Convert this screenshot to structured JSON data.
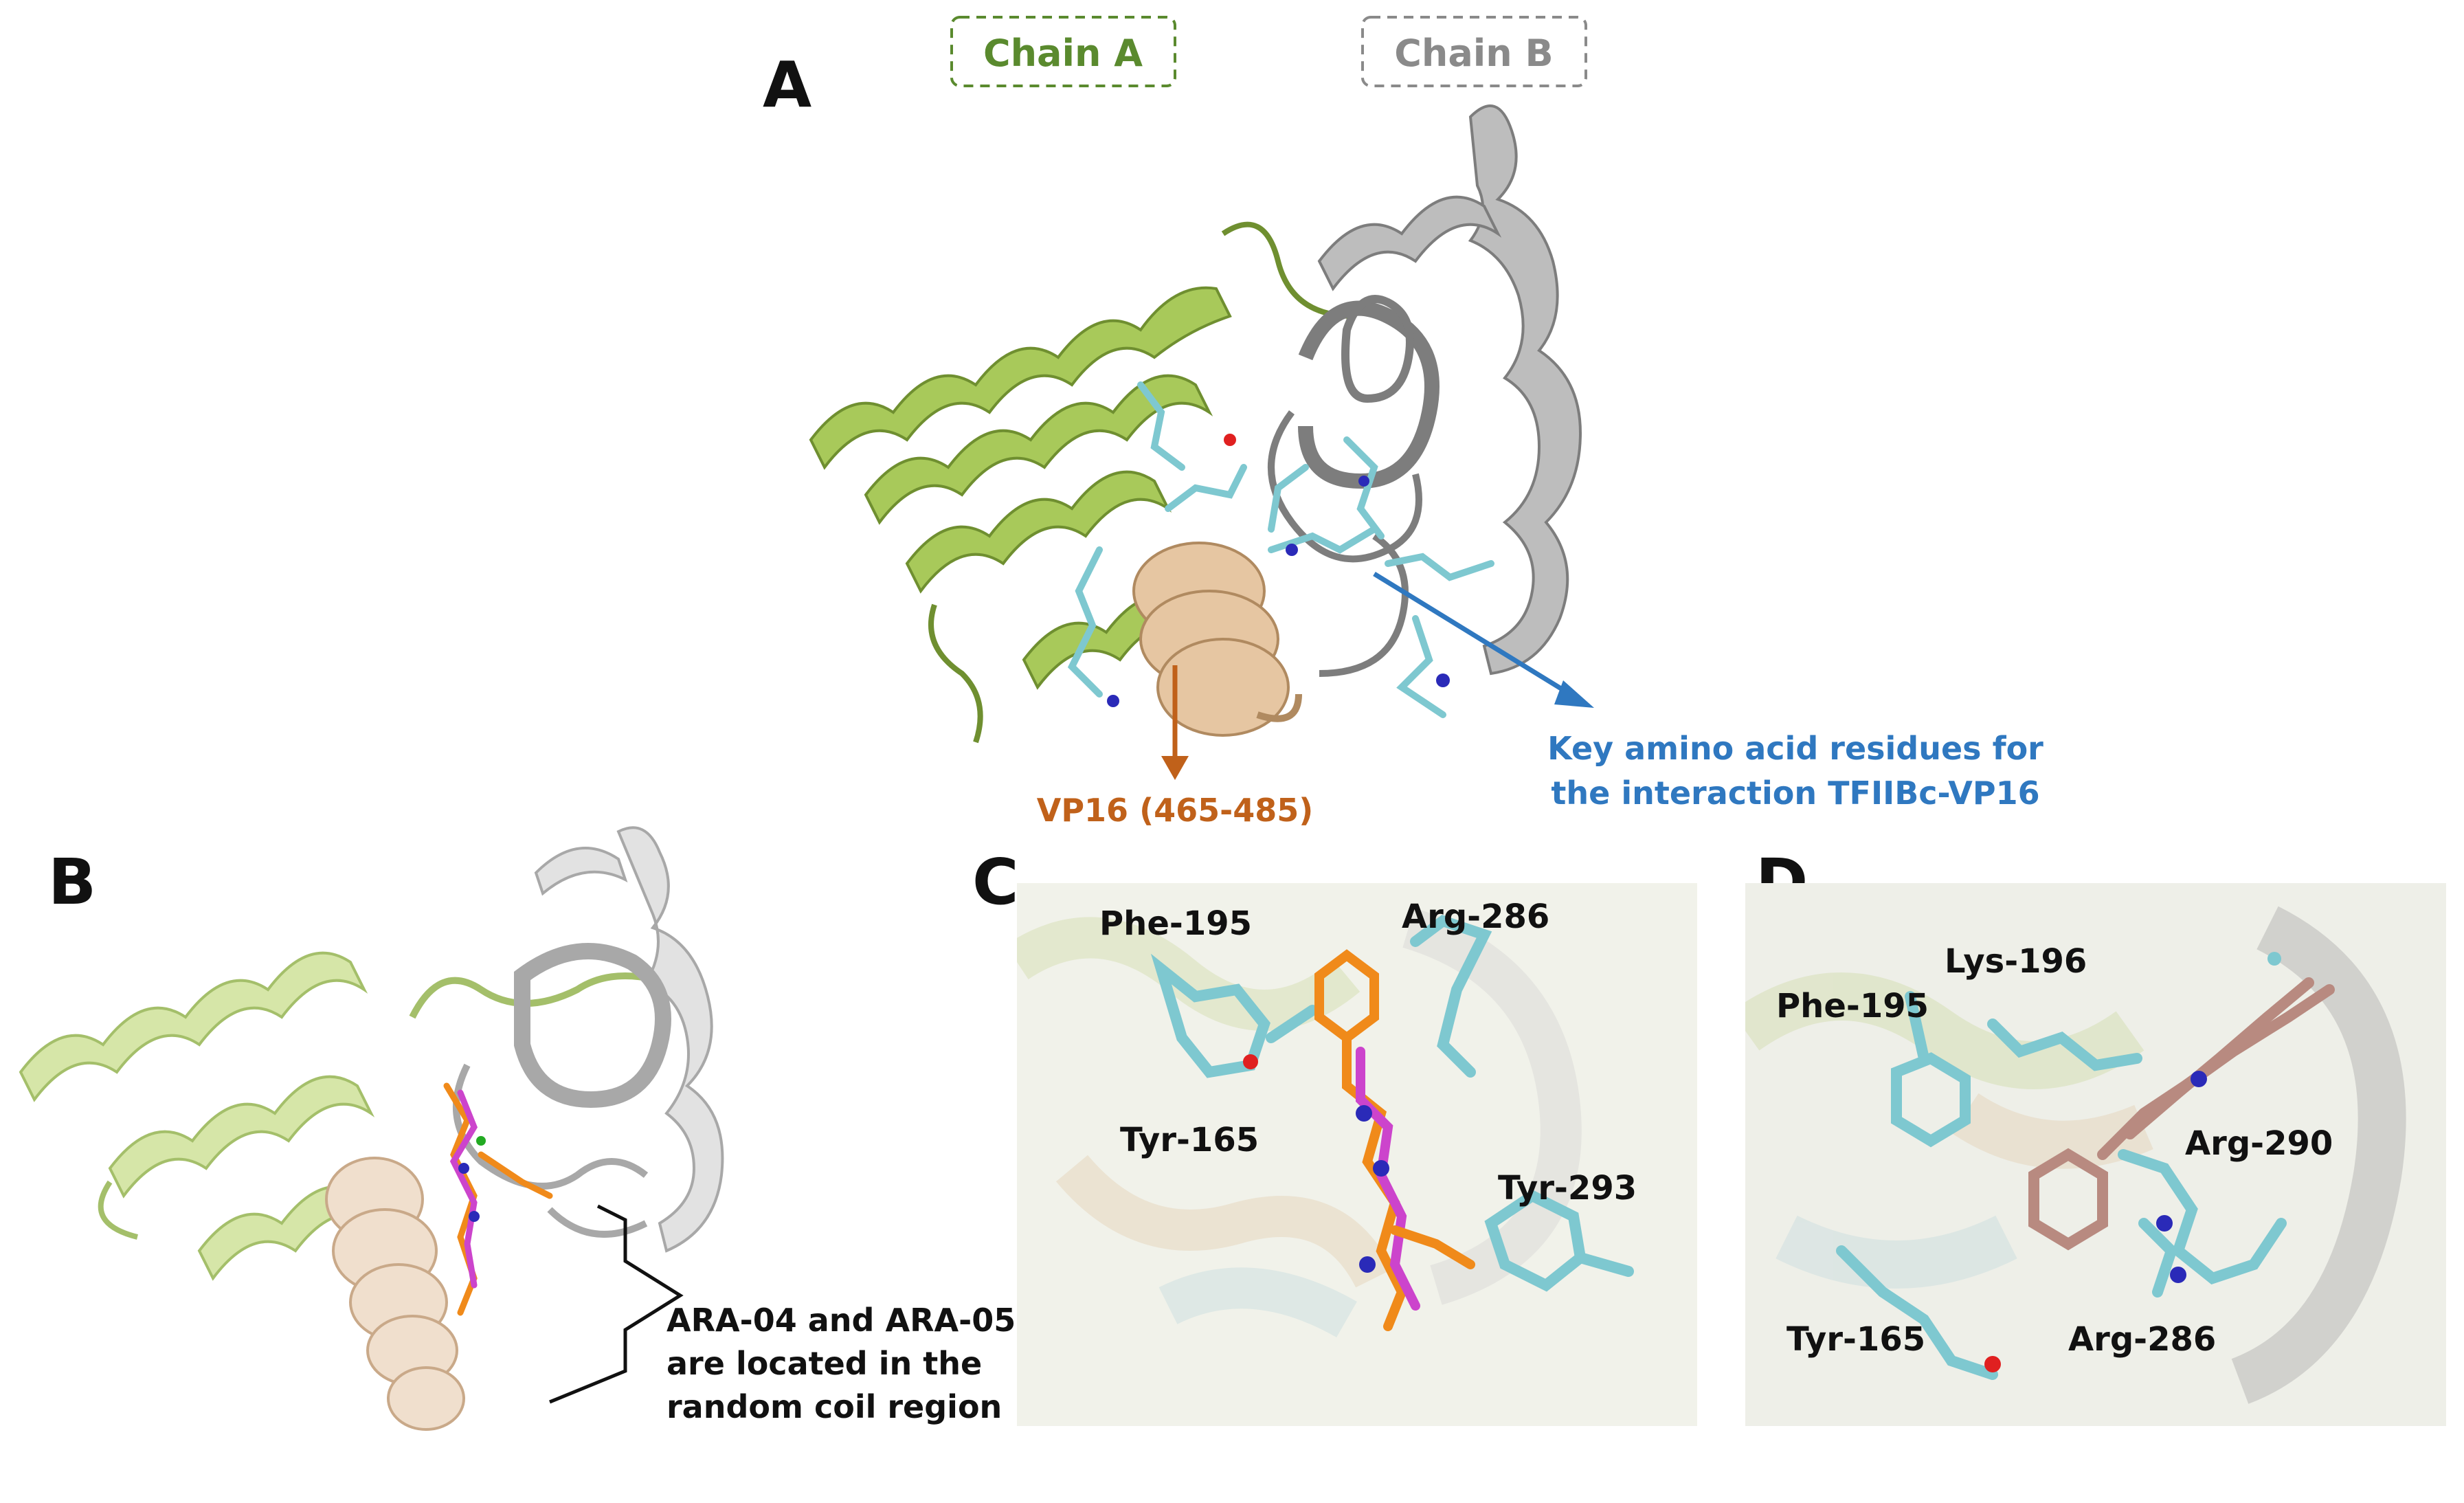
{
  "panels": {
    "a": {
      "letter": "A"
    },
    "b": {
      "letter": "B"
    },
    "c": {
      "letter": "C"
    },
    "d": {
      "letter": "D"
    }
  },
  "chains": {
    "a": {
      "label": "Chain A",
      "color": "#5a8a2e"
    },
    "b": {
      "label": "Chain B",
      "color": "#8a8a8a"
    }
  },
  "annotations": {
    "vp16": {
      "label": "VP16 (465-485)",
      "color": "#c0611a"
    },
    "key_residues": {
      "line1": "Key amino acid residues for",
      "line2": "the interaction TFIIBc-VP16",
      "color": "#2f78c0"
    }
  },
  "panel_b_note": {
    "line1": "ARA-04 and ARA-05",
    "line2": "are located in the",
    "line3": "random coil region"
  },
  "panel_c_residues": [
    "Phe-195",
    "Arg-286",
    "Tyr-165",
    "Tyr-293"
  ],
  "panel_d_residues": [
    "Lys-196",
    "Phe-195",
    "Arg-290",
    "Tyr-165",
    "Arg-286"
  ],
  "colors": {
    "chain_a_ribbon": "#a8c95a",
    "chain_b_ribbon": "#b8b8b8",
    "vp16_ribbon": "#e6c6a2",
    "residue_sticks": "#7ec8d0",
    "ligand_ara04": "#f08a1a",
    "ligand_ara05": "#cc44cc",
    "ligand_d": "#b88a80",
    "nitrogen": "#2a2ab8",
    "oxygen": "#e02020"
  }
}
